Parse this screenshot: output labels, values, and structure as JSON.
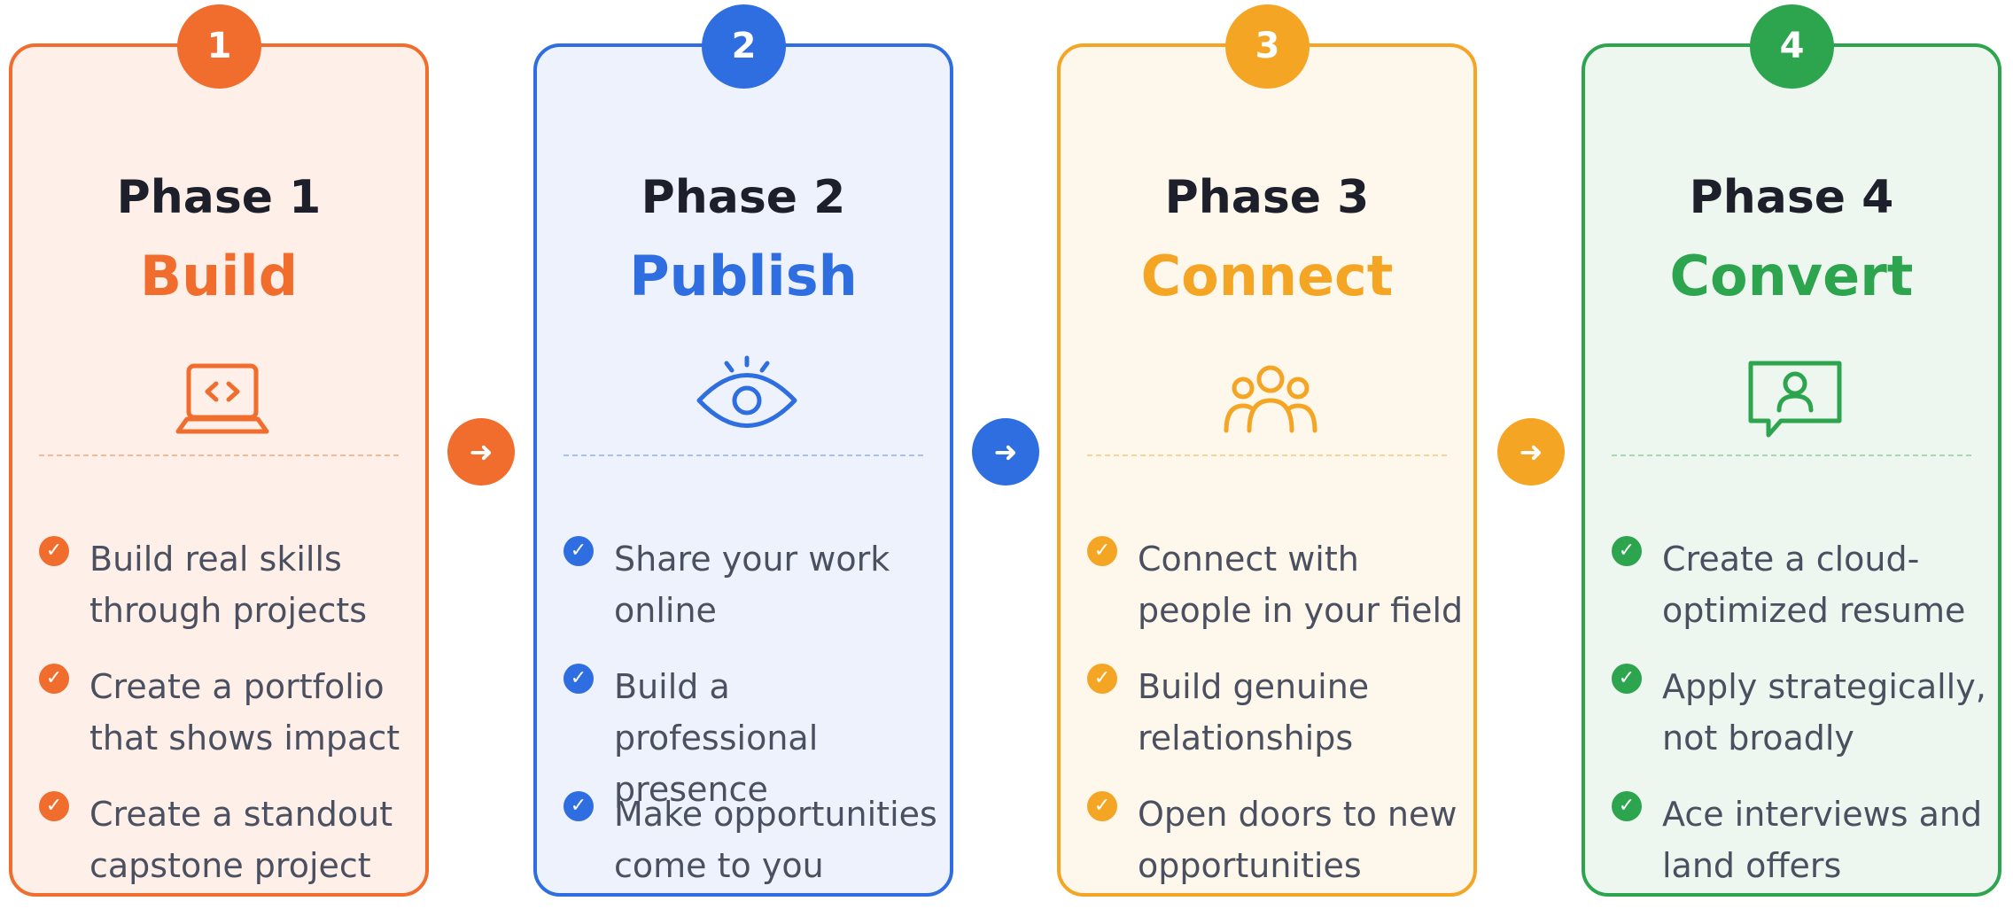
{
  "phases": [
    {
      "number": "1",
      "label": "Phase 1",
      "name": "Build",
      "icon": "laptop-code-icon",
      "color": "#f06d2d",
      "bg": "#fef0e8",
      "items": [
        "Build real skills through projects",
        "Create a portfolio that shows impact",
        "Create a standout capstone project"
      ]
    },
    {
      "number": "2",
      "label": "Phase 2",
      "name": "Publish",
      "icon": "eye-icon",
      "color": "#2f6ee0",
      "bg": "#eef2fd",
      "items": [
        "Share your work online",
        "Build a professional presence",
        "Make opportunities come to you"
      ]
    },
    {
      "number": "3",
      "label": "Phase 3",
      "name": "Connect",
      "icon": "people-group-icon",
      "color": "#f5a524",
      "bg": "#fef7ec",
      "items": [
        "Connect with people in your field",
        "Build genuine relationships",
        "Open doors to new opportunities"
      ]
    },
    {
      "number": "4",
      "label": "Phase 4",
      "name": "Convert",
      "icon": "profile-chat-icon",
      "color": "#2da44e",
      "bg": "#edf6ef",
      "items": [
        "Create a cloud-optimized resume",
        "Apply strategically, not broadly",
        "Ace interviews and land offers"
      ]
    }
  ],
  "connectors": [
    {
      "icon": "arrow-right-icon",
      "color": "#f06d2d"
    },
    {
      "icon": "arrow-right-icon",
      "color": "#2f6ee0"
    },
    {
      "icon": "arrow-right-icon",
      "color": "#f5a524"
    }
  ],
  "check_glyph": "✓",
  "arrow_glyph": "➜"
}
